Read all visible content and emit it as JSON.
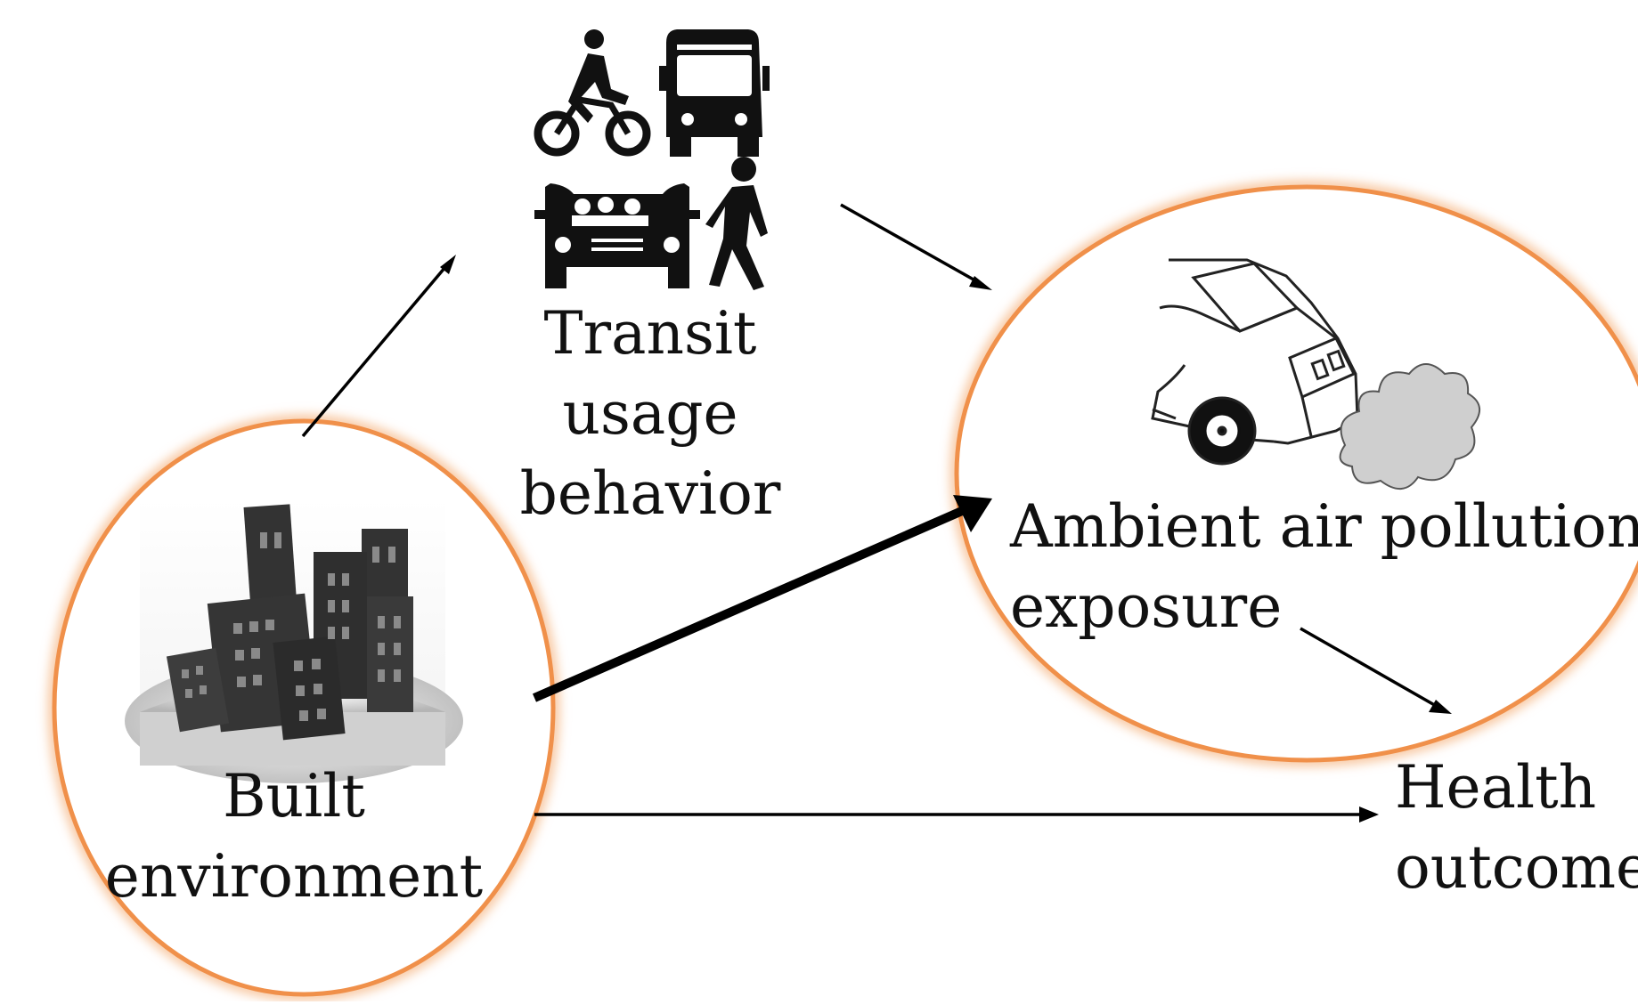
{
  "nodes": {
    "transit": {
      "label_lines": [
        "Transit",
        "usage",
        "behavior"
      ],
      "icons": [
        "bicycle-rider-icon",
        "bus-icon",
        "car-with-passengers-icon",
        "pedestrian-icon"
      ]
    },
    "built": {
      "label_lines": [
        "Built",
        "environment"
      ],
      "icon": "city-buildings-icon"
    },
    "pollution": {
      "label_lines": [
        "Ambient air pollution",
        "exposure"
      ],
      "icon": "car-exhaust-icon"
    },
    "health": {
      "label_lines": [
        "Health",
        "outcomes"
      ]
    }
  },
  "colors": {
    "ellipse_stroke": "#f0904a",
    "ellipse_glow": "#f7c49b",
    "arrow": "#000000",
    "building_fill": "#333333",
    "smoke_fill": "#cfcfcf"
  }
}
